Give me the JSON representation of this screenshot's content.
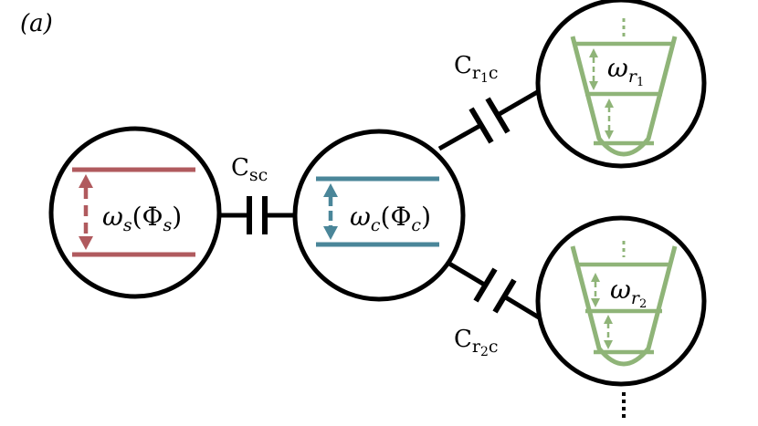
{
  "panel_label": "(a)",
  "colors": {
    "outline": "#000000",
    "sensor": "#b05a5e",
    "coupler": "#4a8699",
    "resonator": "#8fb478"
  },
  "nodes": {
    "sensor": {
      "symbol": "ω",
      "subscript": "s",
      "arg_symbol": "Φ",
      "arg_subscript": "s"
    },
    "coupler": {
      "symbol": "ω",
      "subscript": "c",
      "arg_symbol": "Φ",
      "arg_subscript": "c"
    },
    "resonator1": {
      "symbol": "ω",
      "subscript": "r",
      "subsubscript": "1"
    },
    "resonator2": {
      "symbol": "ω",
      "subscript": "r",
      "subsubscript": "2"
    }
  },
  "capacitors": {
    "sc": {
      "main": "C",
      "sub": "sc"
    },
    "r1c": {
      "main": "C",
      "sub_a": "r",
      "sub_b": "1",
      "sub_c": "c"
    },
    "r2c": {
      "main": "C",
      "sub_a": "r",
      "sub_b": "2",
      "sub_c": "c"
    }
  },
  "continuation": "⋮"
}
